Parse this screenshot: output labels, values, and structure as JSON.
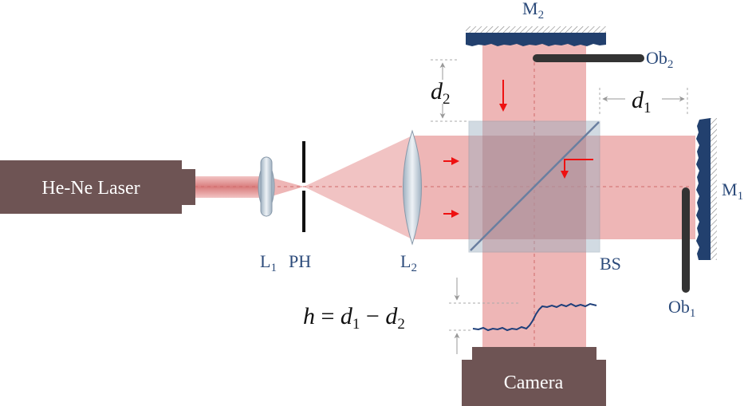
{
  "colors": {
    "beam": "#e9a9a9",
    "beam_dark": "#d98a8a",
    "laser_box": "#6e5454",
    "camera_box": "#6e5454",
    "mirror": "#22406e",
    "component_label": "#2b4a7a",
    "arrow": "#ee1111",
    "beamsplitter": "#8a9fb4",
    "obstacle": "#333333",
    "dim": "#999999"
  },
  "labels": {
    "laser": "He-Ne Laser",
    "camera": "Camera",
    "L1": "L",
    "L1_sub": "1",
    "PH": "PH",
    "L2": "L",
    "L2_sub": "2",
    "BS": "BS",
    "M1": "M",
    "M1_sub": "1",
    "M2": "M",
    "M2_sub": "2",
    "Ob1": "Ob",
    "Ob1_sub": "1",
    "Ob2": "Ob",
    "Ob2_sub": "2",
    "d1": "d",
    "d1_sub": "1",
    "d2": "d",
    "d2_sub": "2",
    "h_eq_h": "h",
    "h_eq_eq": " = ",
    "h_eq_d1": "d",
    "h_eq_d1_sub": "1",
    "h_eq_minus": " − ",
    "h_eq_d2": "d",
    "h_eq_d2_sub": "2"
  }
}
